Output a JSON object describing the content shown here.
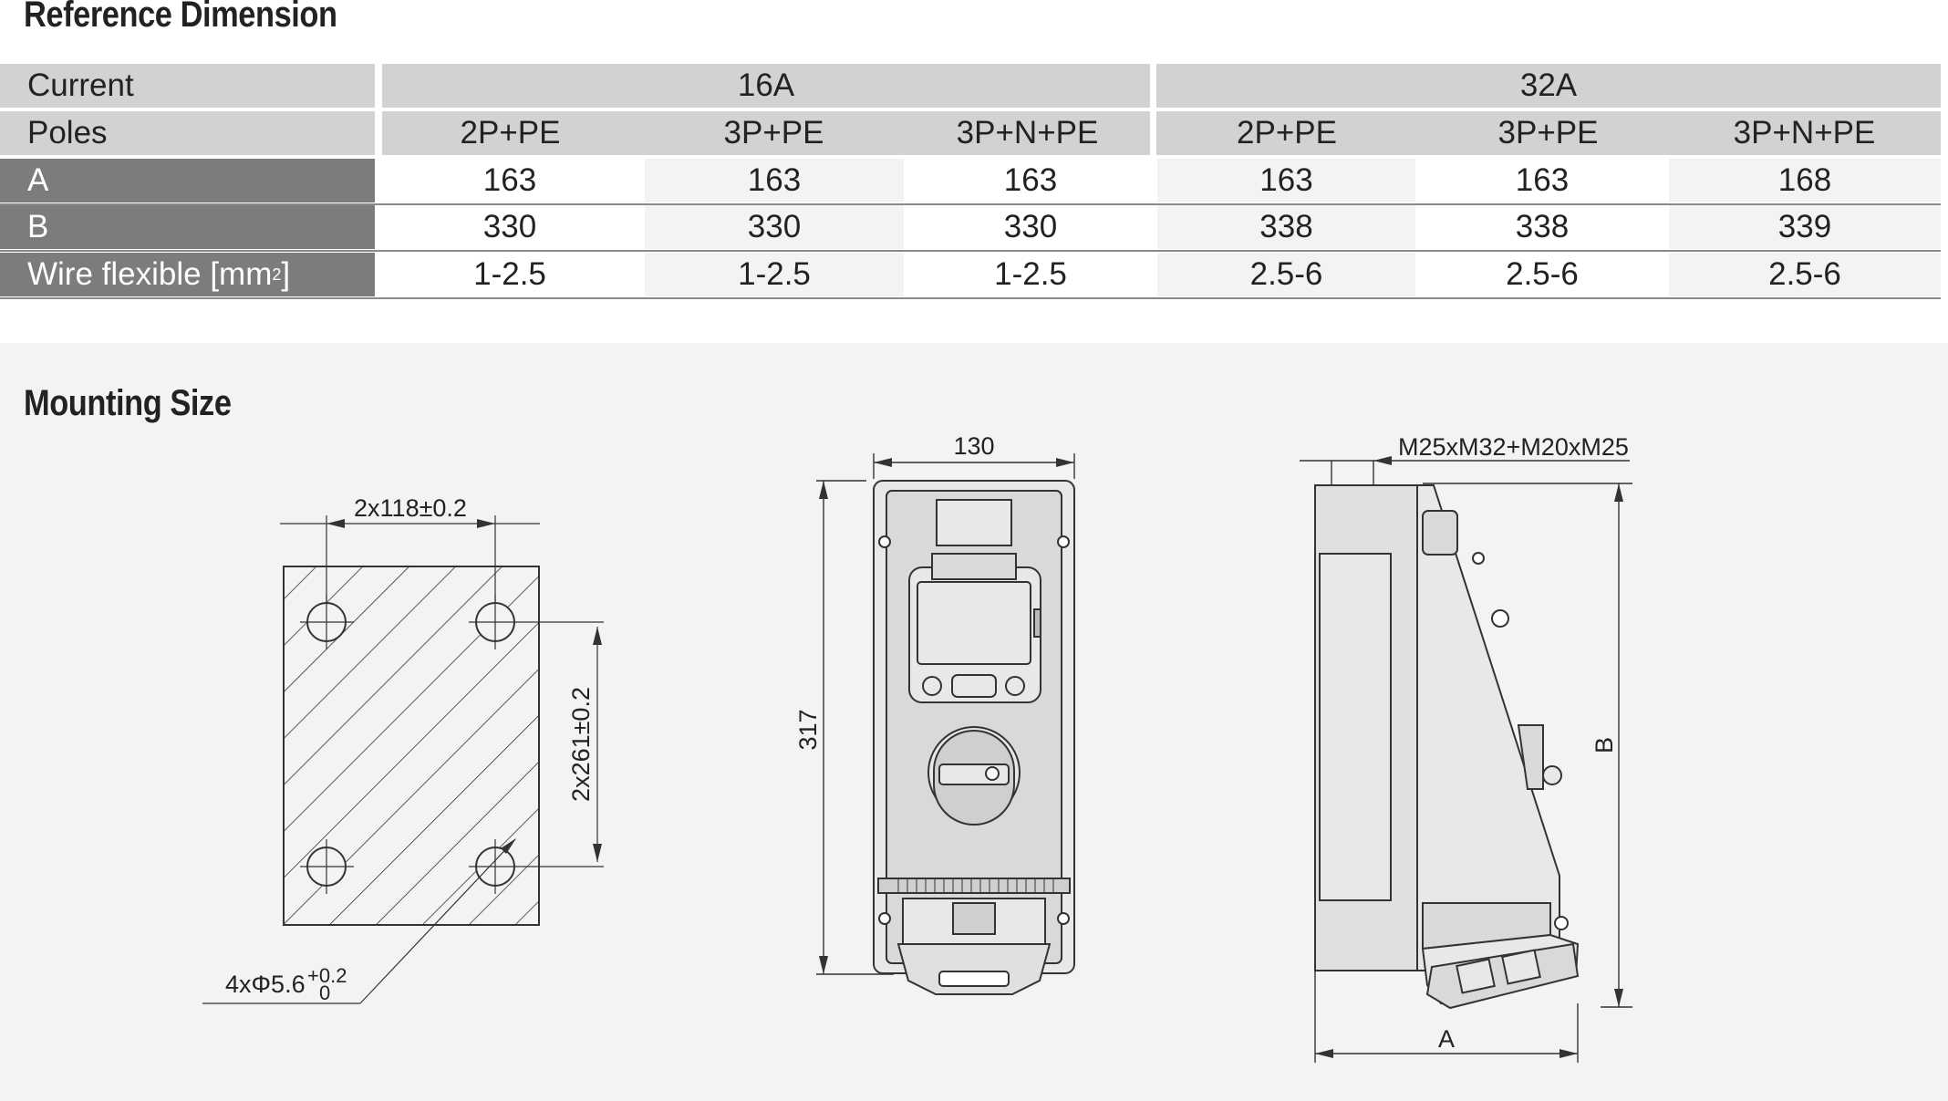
{
  "sections": {
    "reference_title": "Reference Dimension",
    "mounting_title": "Mounting Size"
  },
  "table": {
    "current_label": "Current",
    "poles_label": "Poles",
    "current_groups": [
      "16A",
      "32A"
    ],
    "poles": [
      "2P+PE",
      "3P+PE",
      "3P+N+PE",
      "2P+PE",
      "3P+PE",
      "3P+N+PE"
    ],
    "rows": [
      {
        "label": "A",
        "values": [
          "163",
          "163",
          "163",
          "163",
          "163",
          "168"
        ]
      },
      {
        "label": "B",
        "values": [
          "330",
          "330",
          "330",
          "338",
          "338",
          "339"
        ]
      },
      {
        "label": "Wire flexible [mm",
        "label_sup": "2",
        "label_end": "]",
        "values": [
          "1-2.5",
          "1-2.5",
          "1-2.5",
          "2.5-6",
          "2.5-6",
          "2.5-6"
        ]
      }
    ]
  },
  "drawing1": {
    "width_dim": "2x118±0.2",
    "height_dim": "2x261±0.2",
    "hole_dim": "4xΦ5.6",
    "hole_tol_upper": "+0.2",
    "hole_tol_lower": "0"
  },
  "drawing2": {
    "width_dim": "130",
    "height_dim": "317"
  },
  "drawing3": {
    "gland_dim": "M25xM32+M20xM25",
    "height_dim": "B",
    "depth_dim": "A"
  },
  "colors": {
    "header_gray": "#d2d2d2",
    "label_dark_gray": "#7c7c7c",
    "panel_bg": "#f3f3f3"
  }
}
